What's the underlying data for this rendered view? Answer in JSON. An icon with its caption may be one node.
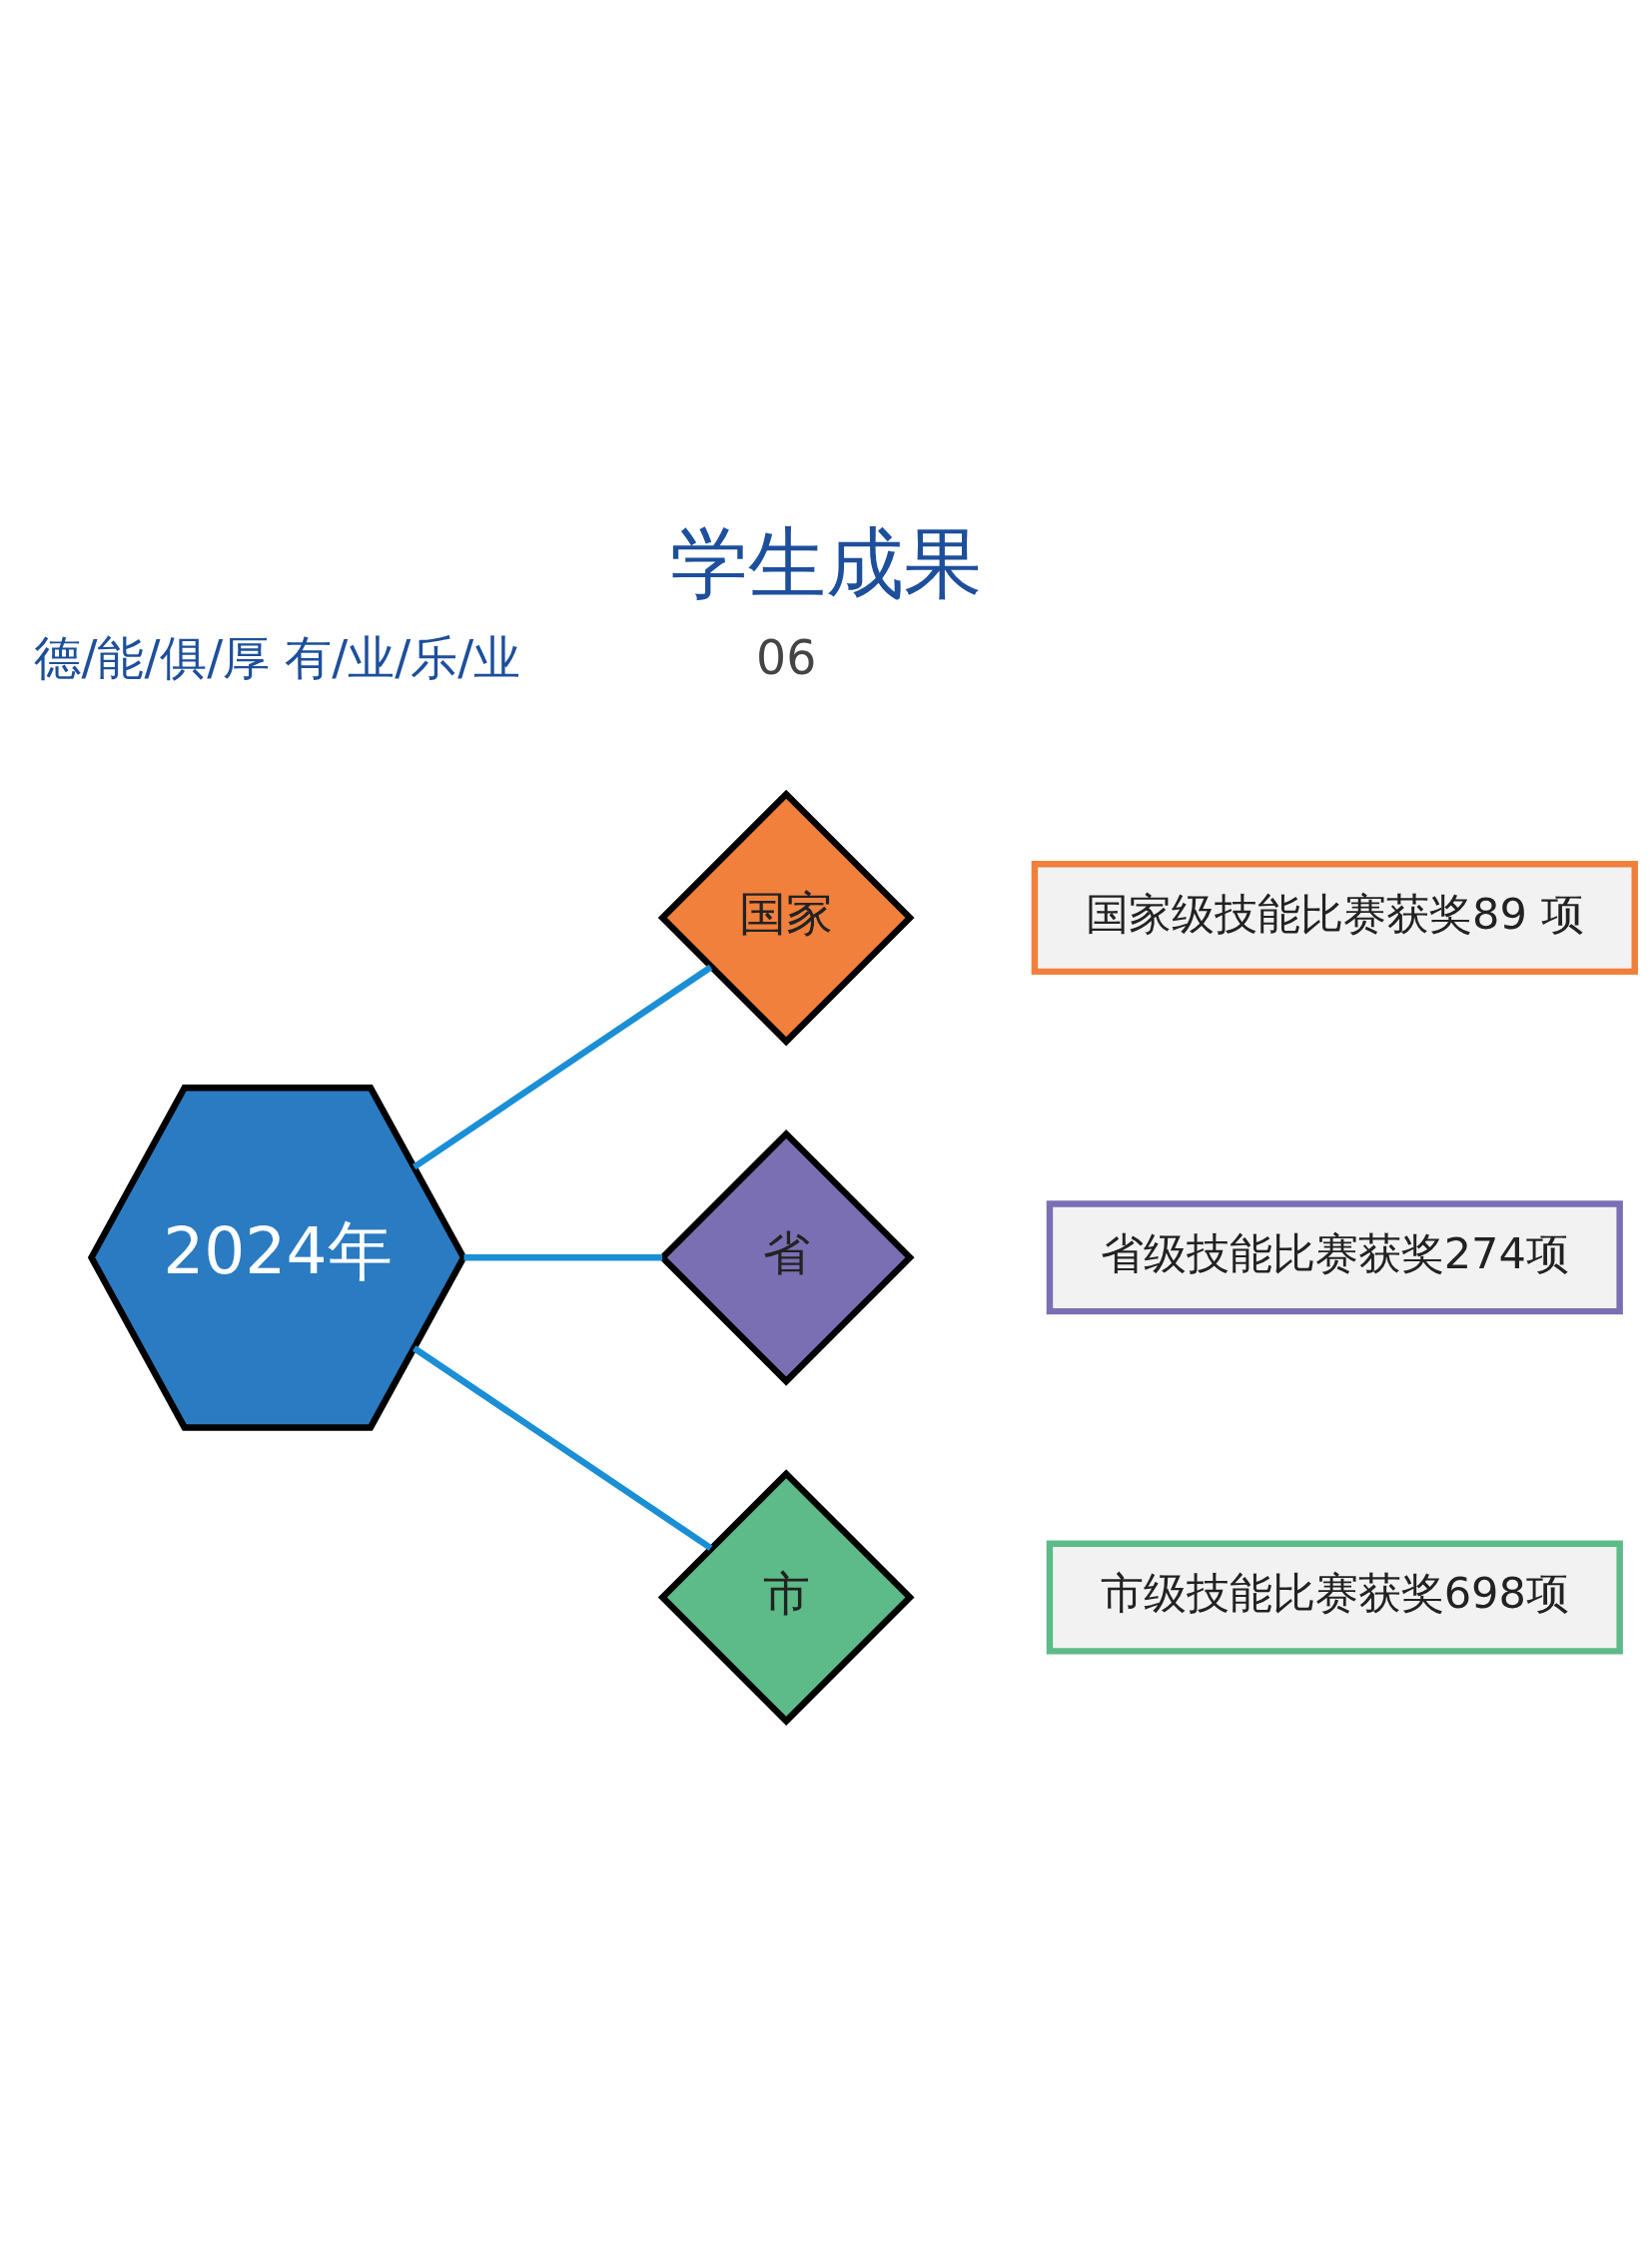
{
  "diagram": {
    "title": "学生成果",
    "nodes": [
      {
        "text": [
          "2024年"
        ]
      },
      {
        "text": [
          "国家"
        ]
      },
      {
        "text": [
          "国家级技能比赛获奖89 项"
        ]
      },
      {
        "text": [
          "省"
        ]
      },
      {
        "text": [
          "省级技能比赛获奖274项"
        ]
      },
      {
        "text": [
          "市"
        ]
      },
      {
        "text": [
          "市级技能比赛获奖698项"
        ]
      }
    ],
    "edges": [
      {
        "from": 0,
        "to": 1,
        "arrow": "none"
      },
      {
        "from": 0,
        "to": 3,
        "arrow": "none"
      },
      {
        "from": 0,
        "to": 5,
        "arrow": "none"
      }
    ],
    "labels": [
      "德/能/俱/厚 有/业/乐/业",
      "06"
    ]
  }
}
